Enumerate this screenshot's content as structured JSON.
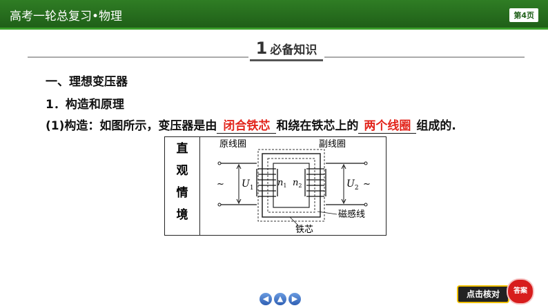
{
  "header": {
    "title": "高考一轮总复习•物理",
    "page": "第4页"
  },
  "section": {
    "number": "1",
    "title": "必备知识"
  },
  "content": {
    "heading1": "一、理想变压器",
    "heading2": "1．构造和原理",
    "sentence_prefix": "(1)构造：如图所示，变压器是由",
    "blank1": "闭合铁芯",
    "sentence_middle": "和绕在铁芯上的",
    "blank2": "两个线圈",
    "sentence_suffix": "组成的."
  },
  "diagram": {
    "label": [
      "直",
      "观",
      "情",
      "境"
    ],
    "primary_coil": "原线圈",
    "secondary_coil": "副线圈",
    "ac_left": "~",
    "ac_right": "~",
    "u1": "U",
    "u1_sub": "1",
    "u2": "U",
    "u2_sub": "2",
    "n1": "n",
    "n1_sub": "1",
    "n2": "n",
    "n2_sub": "2",
    "flux_lines": "磁感线",
    "core": "铁芯"
  },
  "footer": {
    "nav": [
      "◀",
      "▲",
      "▶"
    ],
    "check_button": "点击核对",
    "answer_badge": "答案"
  }
}
